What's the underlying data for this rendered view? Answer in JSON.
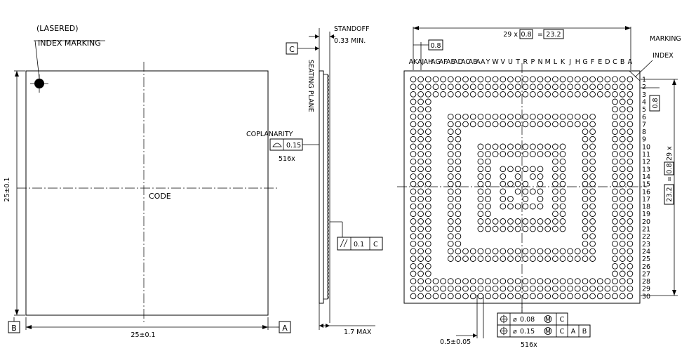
{
  "left_view": {
    "lasered": "(LASERED)",
    "index_marking": "INDEX MARKING",
    "code": "CODE",
    "dim_height": "25±0.1",
    "dim_width": "25±0.1",
    "datum_a": "A",
    "datum_b": "B"
  },
  "side_view": {
    "datum_c": "C",
    "standoff": "STANDOFF",
    "standoff_min": "0.33 MIN.",
    "seating_plane": "SEATING PLANE",
    "coplanarity": "COPLANARITY",
    "coplanarity_value": "0.15",
    "coplanarity_count": "516x",
    "parallel_value": "0.1",
    "parallel_datum": "C",
    "max_height": "1.7 MAX"
  },
  "bottom_view": {
    "pitch_box": "0.8",
    "row_dim_prefix": "29 x",
    "row_dim_pitch": "0.8",
    "row_dim_total": "23.2",
    "col_dim_prefix": "29 x",
    "col_dim_pitch": "0.8",
    "col_dim_total": "23.2",
    "col_pitch_box": "0.8",
    "marking": "MARKING",
    "index": "INDEX",
    "column_letters": [
      "AK",
      "AJ",
      "AH",
      "AG",
      "AF",
      "AE",
      "AD",
      "AC",
      "AB",
      "AA",
      "Y",
      "W",
      "V",
      "U",
      "T",
      "R",
      "P",
      "N",
      "M",
      "L",
      "K",
      "J",
      "H",
      "G",
      "F",
      "E",
      "D",
      "C",
      "B",
      "A"
    ],
    "row_numbers": [
      "1",
      "2",
      "3",
      "4",
      "5",
      "6",
      "7",
      "8",
      "9",
      "10",
      "11",
      "12",
      "13",
      "14",
      "15",
      "16",
      "17",
      "18",
      "19",
      "20",
      "21",
      "22",
      "23",
      "24",
      "25",
      "26",
      "27",
      "28",
      "29",
      "30"
    ],
    "ball_diameter": "0.5±0.05",
    "ball_count": "516x",
    "fcf1_value": "0.15",
    "fcf1_mod": "M",
    "fcf1_datums": [
      "C",
      "A",
      "B"
    ],
    "fcf2_value": "0.08",
    "fcf2_mod": "M",
    "fcf2_datum": "C"
  }
}
